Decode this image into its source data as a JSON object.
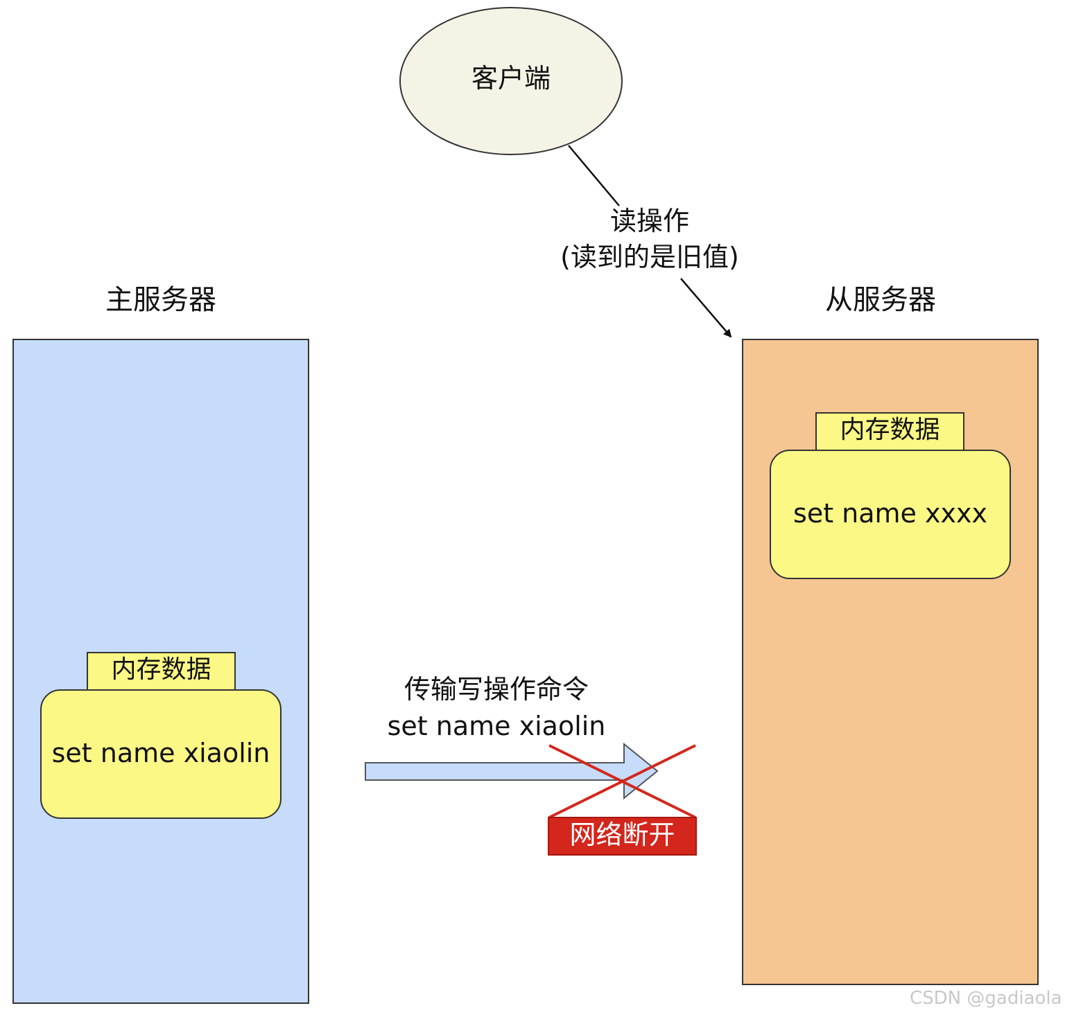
{
  "client": {
    "label": "客户端",
    "fill": "#f5f3e6"
  },
  "read_edge": {
    "line1": "读操作",
    "line2": "(读到的是旧值)"
  },
  "master": {
    "title": "主服务器",
    "fill": "#c6dcfa",
    "tab_label": "内存数据",
    "data_text": "set name xiaolin"
  },
  "replica": {
    "title": "从服务器",
    "fill": "#f5c592",
    "tab_label": "内存数据",
    "data_text": "set name xxxx"
  },
  "transfer": {
    "line1": "传输写操作命令",
    "line2": "set name xiaolin",
    "arrow_fill": "#c6dcfa"
  },
  "disconnect": {
    "label": "网络断开",
    "color": "#d4261c"
  },
  "data_box_fill": "#fbf885",
  "watermark": "CSDN @gadiaola"
}
